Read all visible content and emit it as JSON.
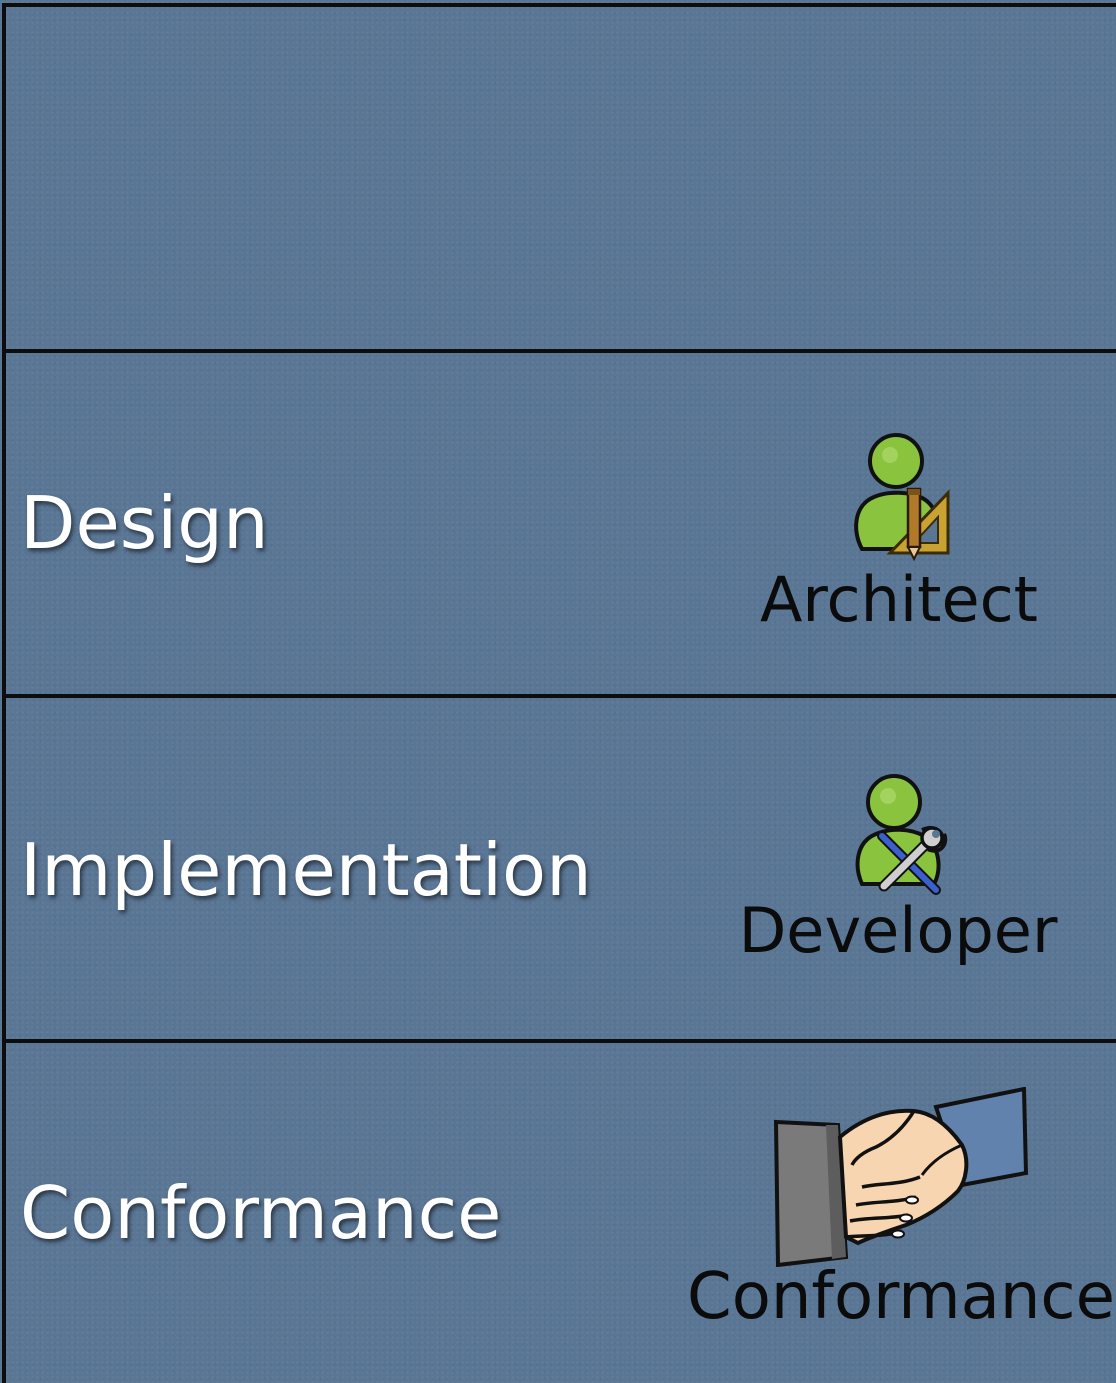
{
  "rows": [
    {
      "phase": "",
      "role": ""
    },
    {
      "phase": "Design",
      "role": "Architect",
      "icon": "architect-icon"
    },
    {
      "phase": "Implementation",
      "role": "Developer",
      "icon": "developer-icon"
    },
    {
      "phase": "Conformance",
      "role": "Conformance",
      "icon": "handshake-icon"
    }
  ],
  "colors": {
    "background": "#5a7695",
    "border": "#0d0d0d",
    "phase_text": "#ffffff",
    "role_text": "#0b0b0b",
    "person_green": "#8ac43f"
  }
}
